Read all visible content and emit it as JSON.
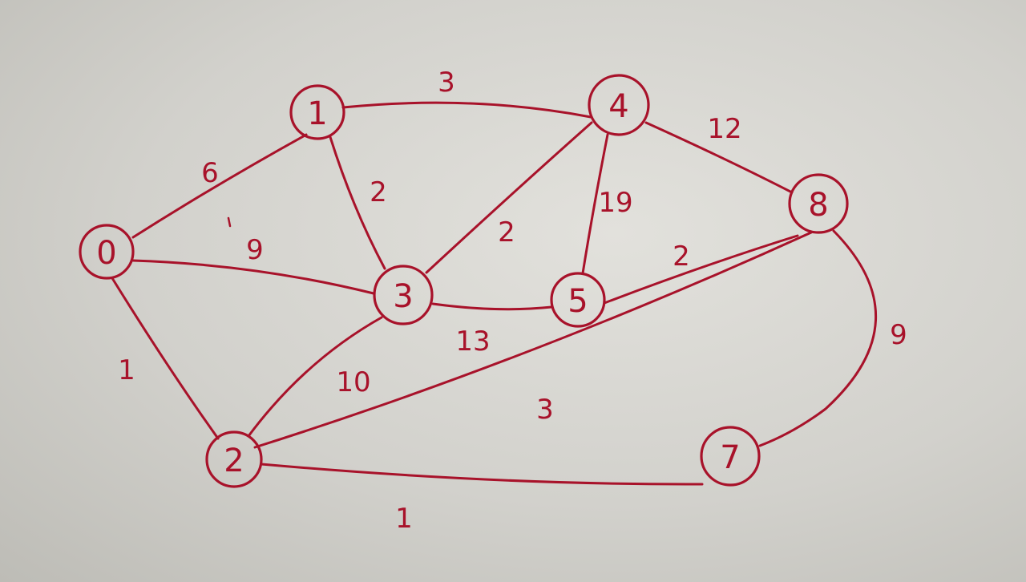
{
  "graph": {
    "nodes": [
      {
        "id": "0",
        "label": "0"
      },
      {
        "id": "1",
        "label": "1"
      },
      {
        "id": "2",
        "label": "2"
      },
      {
        "id": "3",
        "label": "3"
      },
      {
        "id": "4",
        "label": "4"
      },
      {
        "id": "5",
        "label": "5"
      },
      {
        "id": "7",
        "label": "7"
      },
      {
        "id": "8",
        "label": "8"
      }
    ],
    "edges": [
      {
        "from": "0",
        "to": "1",
        "weight": "6"
      },
      {
        "from": "0",
        "to": "3",
        "weight": "9"
      },
      {
        "from": "0",
        "to": "2",
        "weight": "1"
      },
      {
        "from": "1",
        "to": "4",
        "weight": "3"
      },
      {
        "from": "1",
        "to": "3",
        "weight": "2"
      },
      {
        "from": "3",
        "to": "4",
        "weight": "2"
      },
      {
        "from": "4",
        "to": "5",
        "weight": "19"
      },
      {
        "from": "4",
        "to": "8",
        "weight": "12"
      },
      {
        "from": "3",
        "to": "5",
        "weight": "13"
      },
      {
        "from": "5",
        "to": "8",
        "weight": "2"
      },
      {
        "from": "2",
        "to": "3",
        "weight": "10"
      },
      {
        "from": "2",
        "to": "8",
        "weight": "3"
      },
      {
        "from": "2",
        "to": "7",
        "weight": "1"
      },
      {
        "from": "8",
        "to": "7",
        "weight": "9"
      }
    ],
    "ink_color": "#a8122a"
  }
}
